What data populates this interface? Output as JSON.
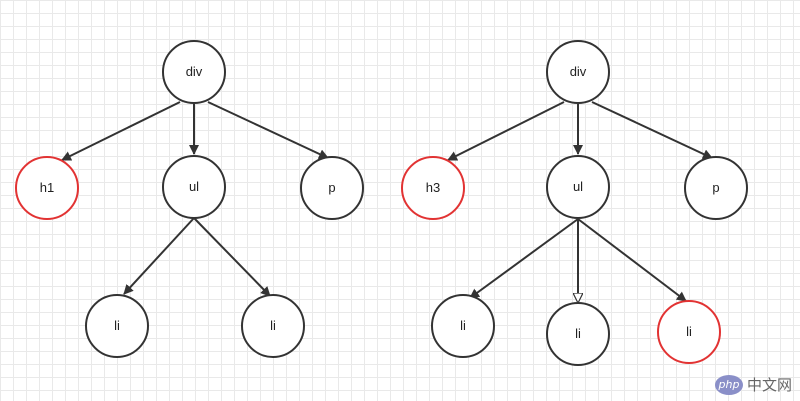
{
  "colors": {
    "node_stroke": "#333333",
    "highlight_stroke": "#e23333",
    "edge": "#333333"
  },
  "left_tree": {
    "root": "div",
    "children": [
      "h1",
      "ul",
      "p"
    ],
    "ul_children": [
      "li",
      "li"
    ],
    "highlighted": [
      "h1"
    ]
  },
  "right_tree": {
    "root": "div",
    "children": [
      "h3",
      "ul",
      "p"
    ],
    "ul_children": [
      "li",
      "li",
      "li"
    ],
    "highlighted": [
      "h3",
      "li#3"
    ]
  },
  "watermark": {
    "badge": "php",
    "text": "中文网"
  }
}
